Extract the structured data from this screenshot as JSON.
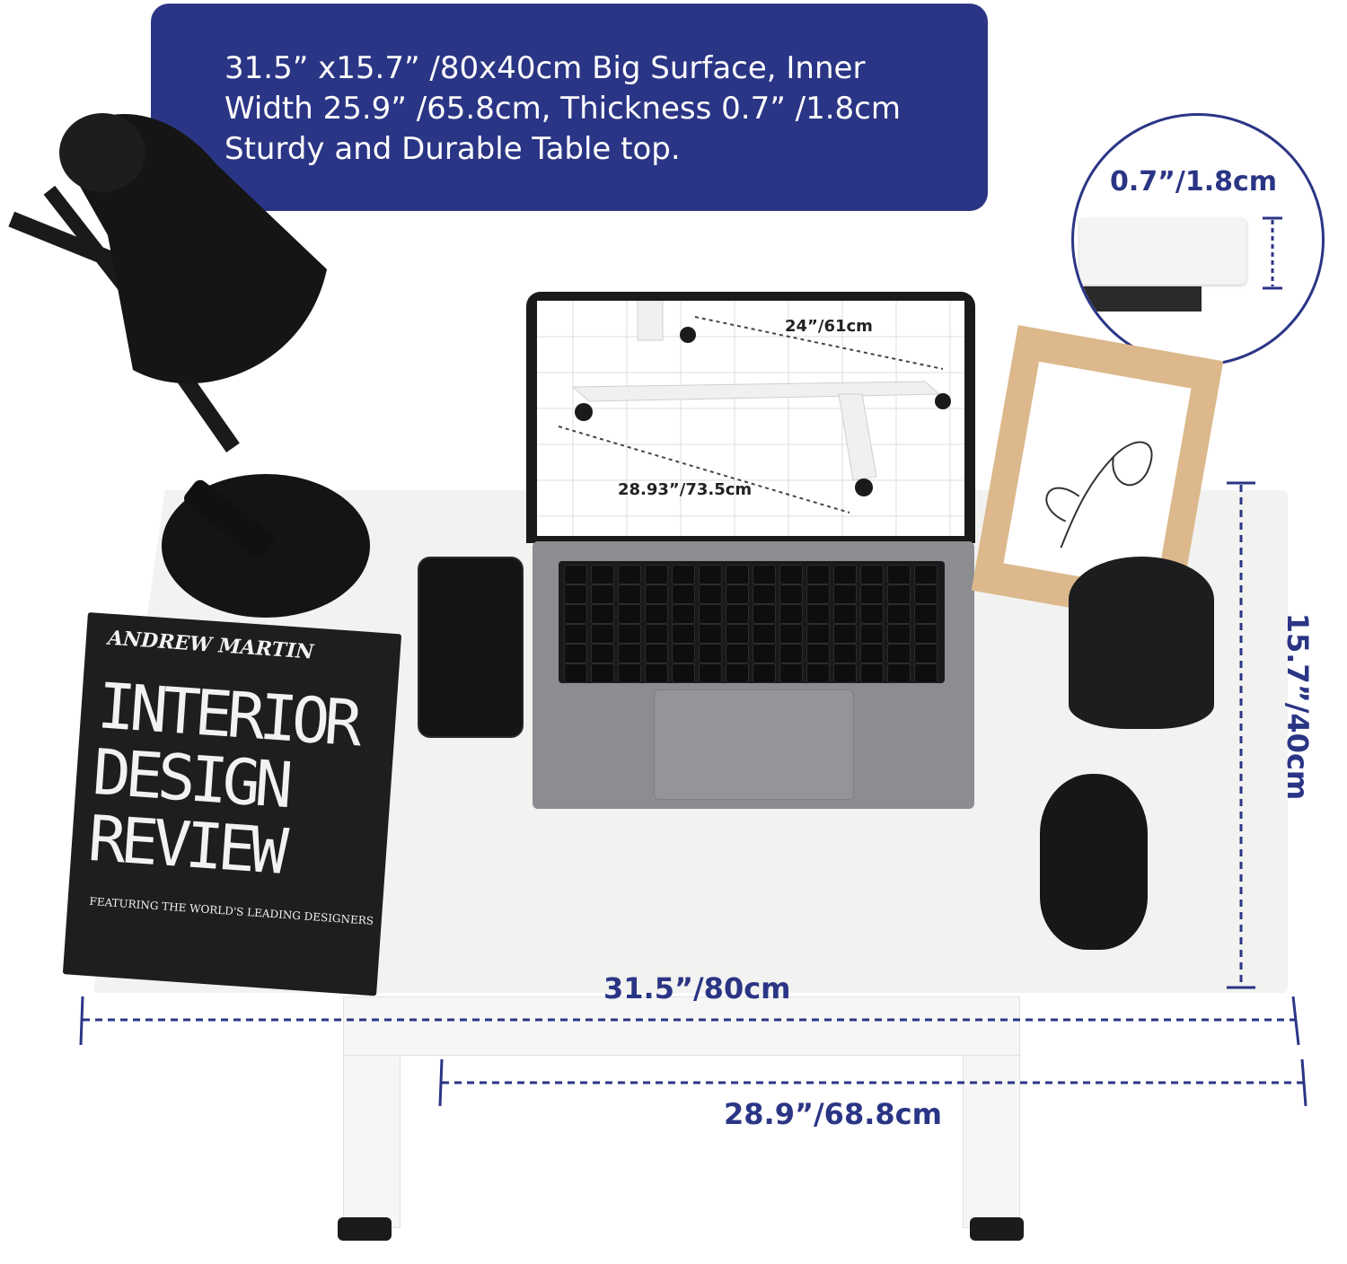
{
  "banner": {
    "line1": "31.5”  x15.7”  /80x40cm Big Surface, Inner",
    "line2": "Width 25.9”  /65.8cm, Thickness 0.7”  /1.8cm",
    "line3": "Sturdy and Durable Table top."
  },
  "thickness": {
    "label": "0.7”/1.8cm"
  },
  "screen": {
    "inner_length": "24”/61cm",
    "base_length": "28.93”/73.5cm"
  },
  "dimensions": {
    "depth": "15.7”/40cm",
    "width": "31.5”/80cm",
    "leg_span": "28.9”/68.8cm"
  },
  "book": {
    "author": "ANDREW MARTIN",
    "title_1": "INTERIOR",
    "title_2": "DESIGN",
    "title_3": "REVIEW",
    "tagline": "FEATURING THE WORLD'S LEADING DESIGNERS"
  },
  "colors": {
    "accent": "#2b3585",
    "desk": "#f2f2f0"
  }
}
